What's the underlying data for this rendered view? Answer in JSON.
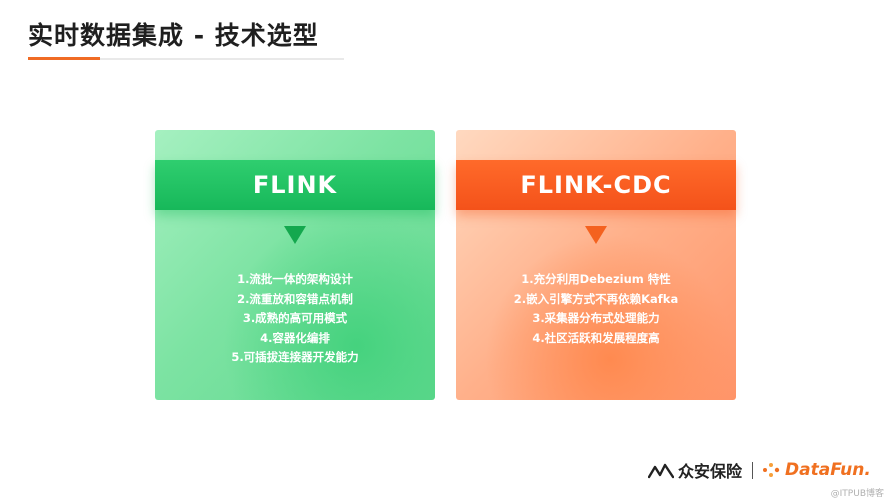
{
  "header": {
    "title": "实时数据集成 - 技术选型"
  },
  "cards": [
    {
      "name": "FLINK",
      "items": [
        "1.流批一体的架构设计",
        "2.流重放和容错点机制",
        "3.成熟的高可用模式",
        "4.容器化编排",
        "5.可插拔连接器开发能力"
      ]
    },
    {
      "name": "FLINK-CDC",
      "items": [
        "1.充分利用Debezium 特性",
        "2.嵌入引擎方式不再依赖Kafka",
        "3.采集器分布式处理能力",
        "4.社区活跃和发展程度高"
      ]
    }
  ],
  "footer": {
    "brand1": "众安保险",
    "brand2": "DataFun.",
    "watermark": "@ITPUB博客"
  },
  "colors": {
    "accent": "#f06b24",
    "green": "#17b85a",
    "orange": "#f4521a"
  }
}
